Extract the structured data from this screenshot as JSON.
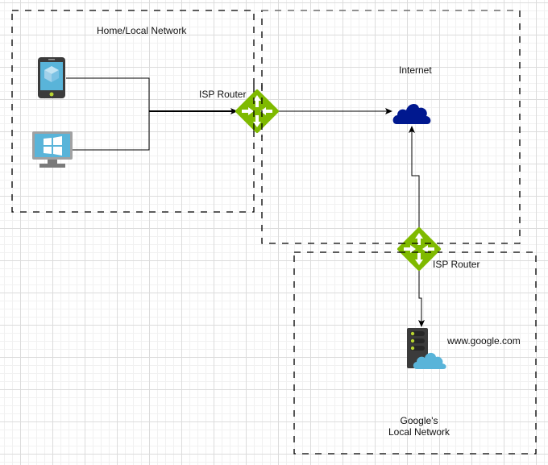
{
  "diagram": {
    "groups": {
      "home": {
        "label": "Home/Local Network"
      },
      "internet": {
        "label": "Internet"
      },
      "google": {
        "label_line1": "Google's",
        "label_line2": "Local Network"
      }
    },
    "nodes": {
      "mobile": {
        "icon": "mobile-device-icon"
      },
      "desktop": {
        "icon": "windows-desktop-icon"
      },
      "isp_router_home": {
        "label": "ISP Router",
        "icon": "router-icon"
      },
      "internet_cloud": {
        "icon": "cloud-icon"
      },
      "isp_router_google": {
        "label": "ISP Router",
        "icon": "router-icon"
      },
      "google_server": {
        "label": "www.google.com",
        "icon": "cloud-server-icon"
      }
    },
    "edges": [
      {
        "from": "mobile",
        "to": "isp_router_home"
      },
      {
        "from": "desktop",
        "to": "isp_router_home"
      },
      {
        "from": "isp_router_home",
        "to": "internet_cloud"
      },
      {
        "from": "isp_router_google",
        "to": "internet_cloud"
      },
      {
        "from": "isp_router_google",
        "to": "google_server"
      }
    ],
    "colors": {
      "router_green": "#7fba00",
      "cloud_navy": "#00188f",
      "device_blue": "#59b4d9",
      "server_dark": "#3b3b3b",
      "led_green": "#b8d432",
      "cloud_light_blue": "#59b4d9"
    }
  }
}
